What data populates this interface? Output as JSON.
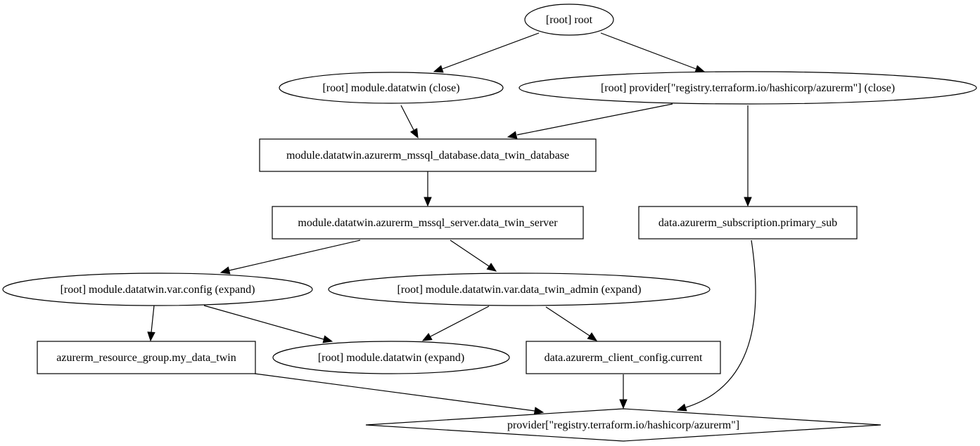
{
  "graph": {
    "nodes": {
      "root": {
        "label": "[root] root",
        "shape": "ellipse"
      },
      "datatwin_close": {
        "label": "[root] module.datatwin (close)",
        "shape": "ellipse"
      },
      "provider_close": {
        "label": "[root] provider[\"registry.terraform.io/hashicorp/azurerm\"] (close)",
        "shape": "ellipse"
      },
      "mssql_database": {
        "label": "module.datatwin.azurerm_mssql_database.data_twin_database",
        "shape": "box"
      },
      "mssql_server": {
        "label": "module.datatwin.azurerm_mssql_server.data_twin_server",
        "shape": "box"
      },
      "subscription": {
        "label": "data.azurerm_subscription.primary_sub",
        "shape": "box"
      },
      "var_config": {
        "label": "[root] module.datatwin.var.config (expand)",
        "shape": "ellipse"
      },
      "var_admin": {
        "label": "[root] module.datatwin.var.data_twin_admin (expand)",
        "shape": "ellipse"
      },
      "resource_group": {
        "label": "azurerm_resource_group.my_data_twin",
        "shape": "box"
      },
      "datatwin_expand": {
        "label": "[root] module.datatwin (expand)",
        "shape": "ellipse"
      },
      "client_config": {
        "label": "data.azurerm_client_config.current",
        "shape": "box"
      },
      "provider": {
        "label": "provider[\"registry.terraform.io/hashicorp/azurerm\"]",
        "shape": "diamond"
      }
    },
    "edges": [
      {
        "from": "root",
        "to": "datatwin_close"
      },
      {
        "from": "root",
        "to": "provider_close"
      },
      {
        "from": "datatwin_close",
        "to": "mssql_database"
      },
      {
        "from": "provider_close",
        "to": "mssql_database"
      },
      {
        "from": "provider_close",
        "to": "subscription"
      },
      {
        "from": "mssql_database",
        "to": "mssql_server"
      },
      {
        "from": "mssql_server",
        "to": "var_config"
      },
      {
        "from": "mssql_server",
        "to": "var_admin"
      },
      {
        "from": "var_config",
        "to": "resource_group"
      },
      {
        "from": "var_config",
        "to": "datatwin_expand"
      },
      {
        "from": "var_admin",
        "to": "datatwin_expand"
      },
      {
        "from": "var_admin",
        "to": "client_config"
      },
      {
        "from": "resource_group",
        "to": "provider"
      },
      {
        "from": "client_config",
        "to": "provider"
      },
      {
        "from": "subscription",
        "to": "provider"
      }
    ]
  }
}
